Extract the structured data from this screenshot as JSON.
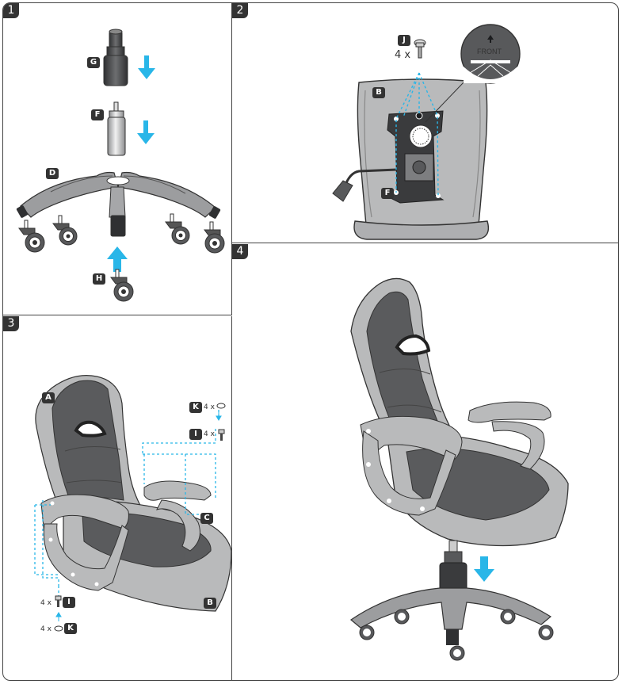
{
  "steps": [
    {
      "number": "1"
    },
    {
      "number": "2"
    },
    {
      "number": "3"
    },
    {
      "number": "4"
    }
  ],
  "parts": {
    "A": "A",
    "B": "B",
    "C": "C",
    "D": "D",
    "F": "F",
    "G": "G",
    "H": "H",
    "I": "I",
    "J": "J",
    "K": "K"
  },
  "quantities": {
    "step2_screw_j": "4 x",
    "step3_washer_k_top": "4 x",
    "step3_screw_i_top": "4 x",
    "step3_screw_i_bottom": "4 x",
    "step3_washer_k_bottom": "4 x"
  },
  "mechanism_label": "FRONT",
  "colors": {
    "arrow_blue": "#29b6e8",
    "dark_gray": "#5a5b5d",
    "light_gray": "#b9babb",
    "outline": "#333333",
    "label_bg": "#333333"
  }
}
